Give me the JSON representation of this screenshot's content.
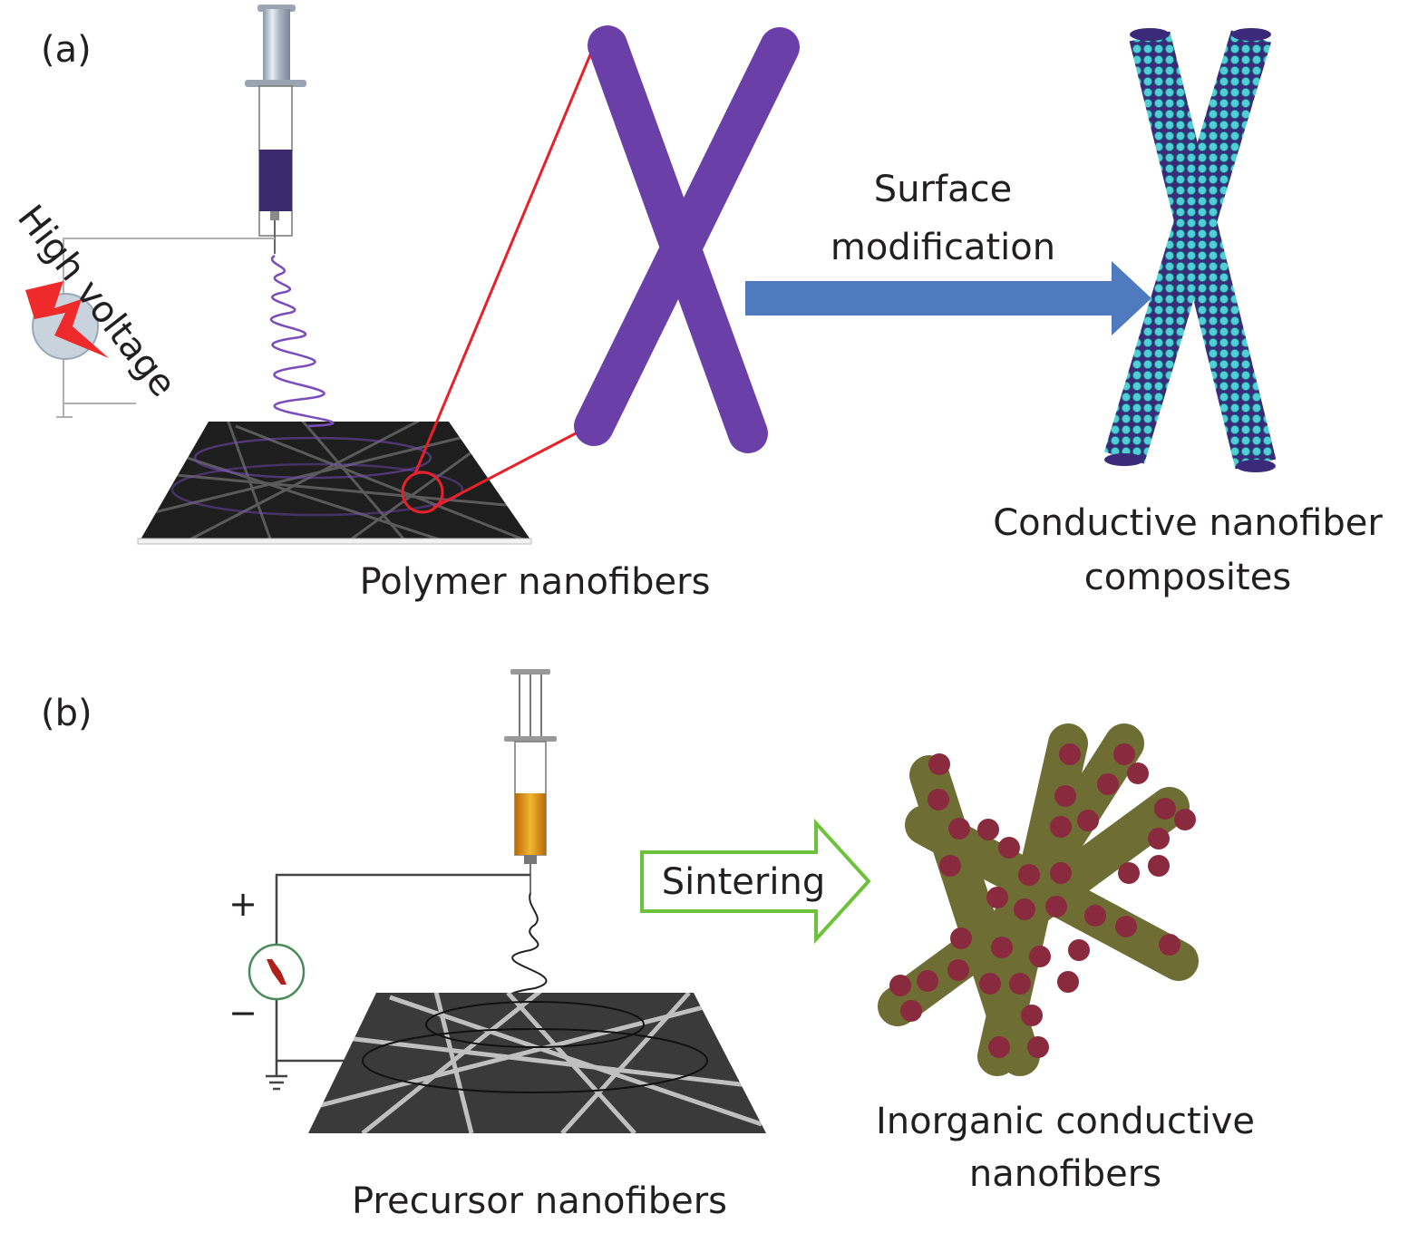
{
  "figure": {
    "panel_a": {
      "label": "(a)",
      "high_voltage_label": "High voltage",
      "polymer_label": "Polymer nanofibers",
      "arrow_label_line1": "Surface",
      "arrow_label_line2": "modification",
      "product_label_line1": "Conductive nanofiber",
      "product_label_line2": "composites",
      "colors": {
        "fiber": "#6a3fa8",
        "solution": "#3d2a6e",
        "arrow": "#4f7abe",
        "zoom_lines": "#e8202a",
        "particles": "#4fd0d6",
        "bolt": "#ee2a2a"
      }
    },
    "panel_b": {
      "label": "(b)",
      "plus_sign": "+",
      "minus_sign": "−",
      "arrow_label": "Sintering",
      "precursor_label": "Precursor nanofibers",
      "product_label_line1": "Inorganic conductive",
      "product_label_line2": "nanofibers",
      "colors": {
        "solution": "#d98a12",
        "arrow_outline": "#6cc23a",
        "fiber": "#6e6e34",
        "dots": "#8a2a3e"
      }
    }
  }
}
